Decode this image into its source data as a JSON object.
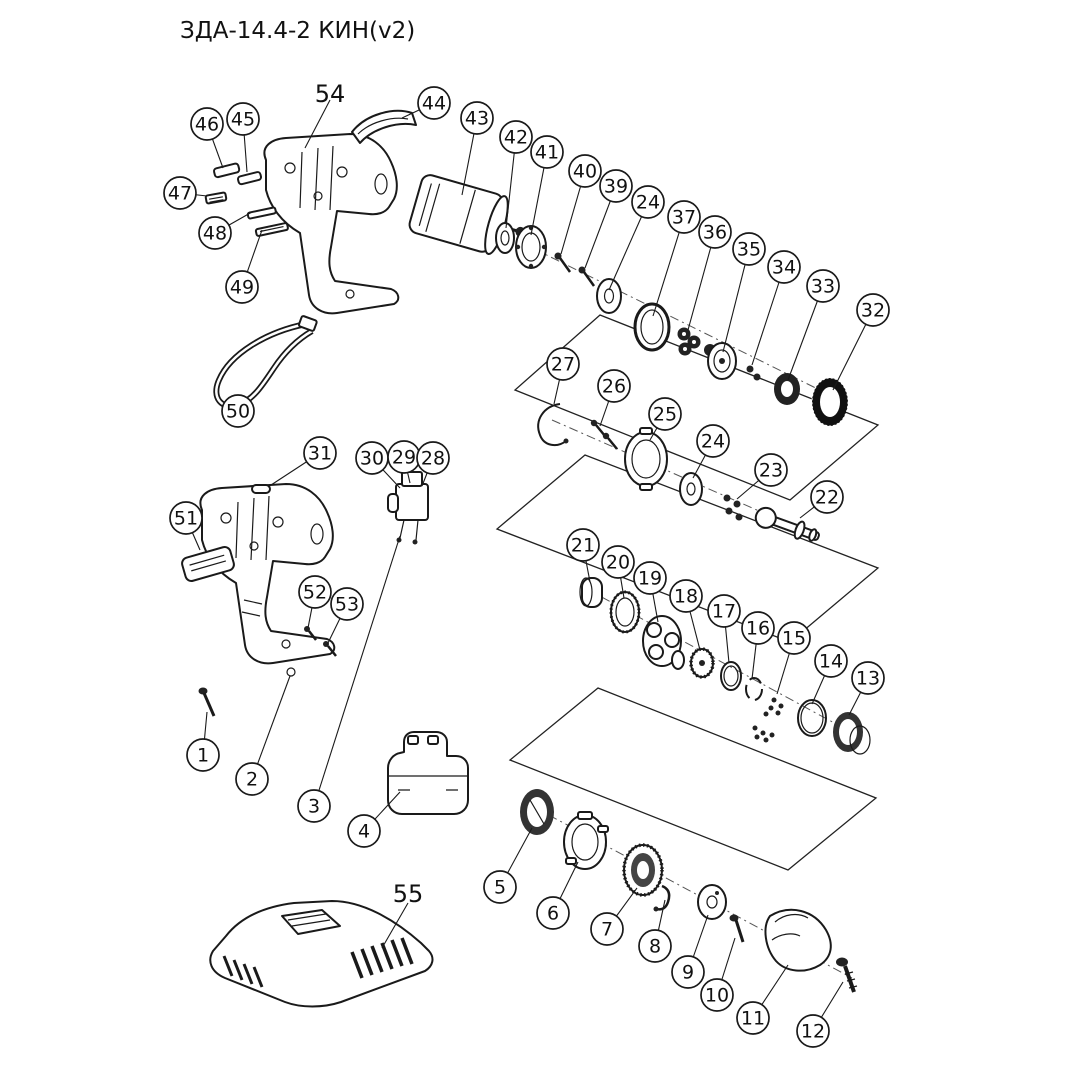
{
  "title": "ЗДА-14.4-2 КИН(v2)",
  "parts": {
    "p1": "1",
    "p2": "2",
    "p3": "3",
    "p4": "4",
    "p5": "5",
    "p6": "6",
    "p7": "7",
    "p8": "8",
    "p9": "9",
    "p10": "10",
    "p11": "11",
    "p12": "12",
    "p13": "13",
    "p14": "14",
    "p15": "15",
    "p16": "16",
    "p17": "17",
    "p18": "18",
    "p19": "19",
    "p20": "20",
    "p21": "21",
    "p22": "22",
    "p23": "23",
    "p24a": "24",
    "p24b": "24",
    "p25": "25",
    "p26": "26",
    "p27": "27",
    "p28": "28",
    "p29": "29",
    "p30": "30",
    "p31": "31",
    "p32": "32",
    "p33": "33",
    "p34": "34",
    "p35": "35",
    "p36": "36",
    "p37": "37",
    "p39": "39",
    "p40": "40",
    "p41": "41",
    "p42": "42",
    "p43": "43",
    "p44": "44",
    "p45": "45",
    "p46": "46",
    "p47": "47",
    "p48": "48",
    "p49": "49",
    "p50": "50",
    "p51": "51",
    "p52": "52",
    "p53": "53",
    "p54": "54",
    "p55": "55"
  }
}
